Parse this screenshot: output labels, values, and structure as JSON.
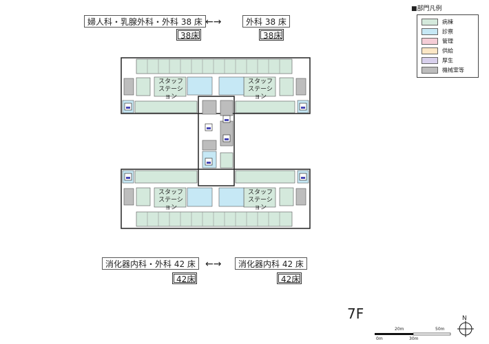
{
  "floor": "7F",
  "wards": {
    "top_left": {
      "name": "婦人科・乳腺外科・外科 38 床",
      "beds": "38床"
    },
    "top_right": {
      "name": "外科 38 床",
      "beds": "38床"
    },
    "bottom_left": {
      "name": "消化器内科・外科 42 床",
      "beds": "42床"
    },
    "bottom_right": {
      "name": "消化器内科 42 床",
      "beds": "42床"
    }
  },
  "stations": {
    "line1": "スタッフ",
    "line2": "ステーション"
  },
  "legend": {
    "title": "■部門凡例",
    "items": [
      {
        "label": "病棟",
        "color": "#d4e9dc"
      },
      {
        "label": "診察",
        "color": "#c6e8f5"
      },
      {
        "label": "管理",
        "color": "#f5cdd6"
      },
      {
        "label": "供給",
        "color": "#fbe6c5"
      },
      {
        "label": "厚生",
        "color": "#d8d0ec"
      },
      {
        "label": "機械室等",
        "color": "#bdbdbd"
      }
    ]
  },
  "scale": {
    "top": [
      "20m",
      "50m"
    ],
    "bottom": [
      "0m",
      "30m"
    ]
  },
  "north": "N",
  "colors": {
    "ward": "#d4e9dc",
    "exam": "#c6e8f5",
    "machine": "#bdbdbd",
    "wall": "#222222"
  }
}
